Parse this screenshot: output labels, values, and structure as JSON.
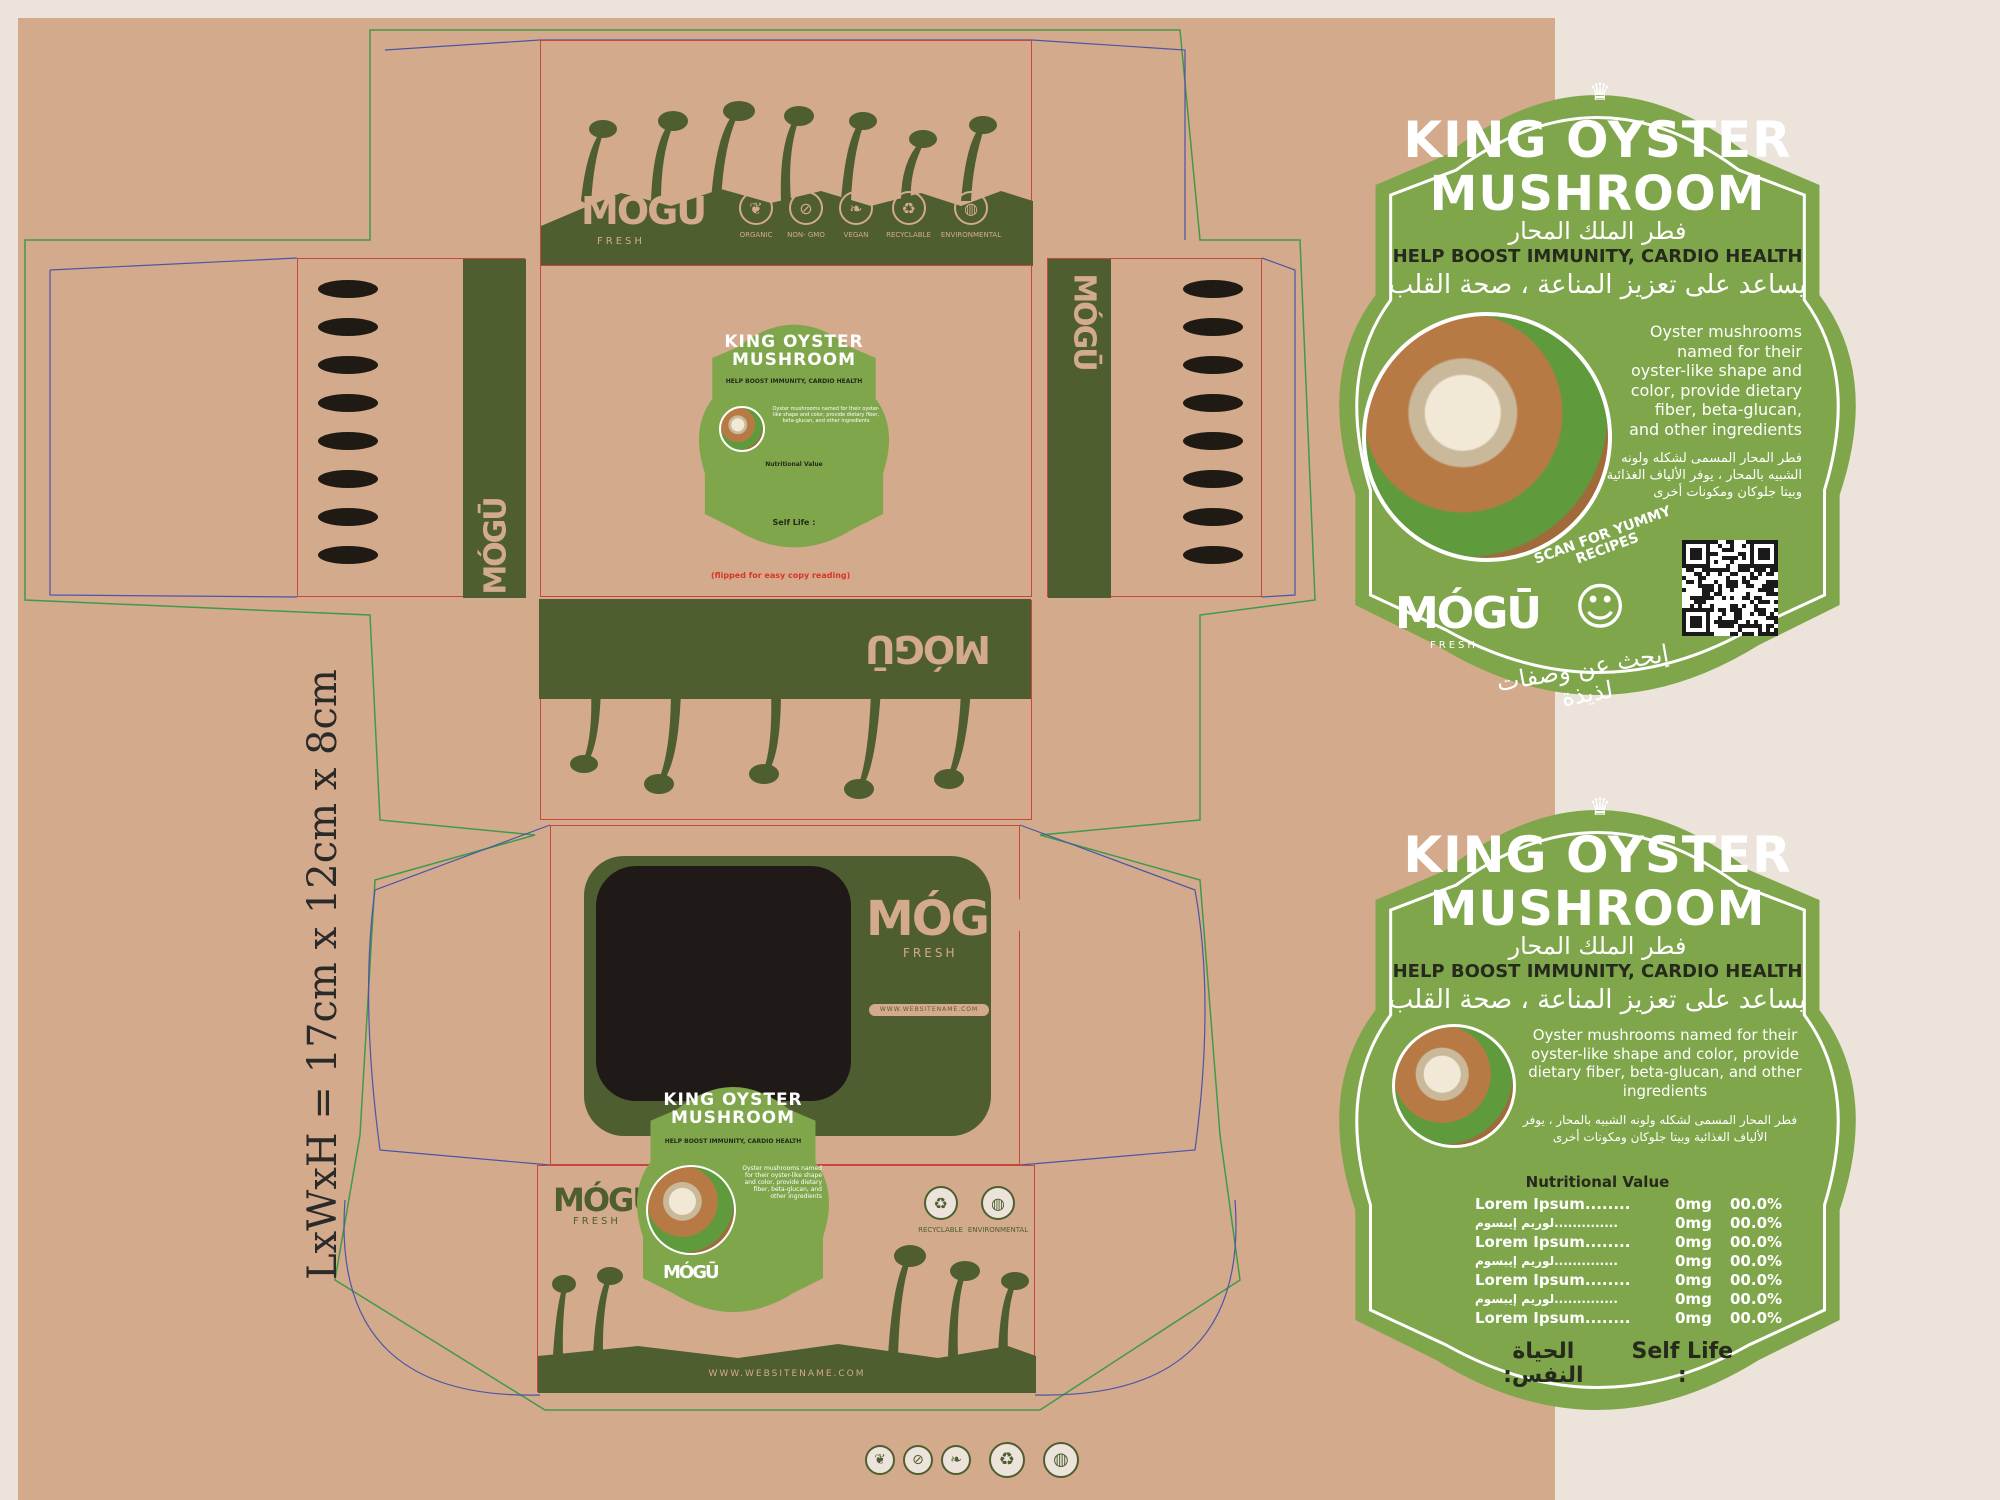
{
  "brand": {
    "name": "MÓGŪ",
    "tagline": "FRESH"
  },
  "badges": [
    {
      "label": "ORGANIC",
      "icon": "leaf-sprout-icon"
    },
    {
      "label": "NON- GMO",
      "icon": "no-gmo-icon"
    },
    {
      "label": "VEGAN",
      "icon": "vegan-leaf-icon"
    },
    {
      "label": "RECYCLABLE",
      "icon": "recycle-icon"
    },
    {
      "label": "ENVIRONMENTAL",
      "icon": "globe-leaf-icon"
    }
  ],
  "label": {
    "title_line1": "KING OYSTER",
    "title_line2": "MUSHROOM",
    "title_ar": "فطر الملك المحار",
    "benefit_en": "HELP BOOST IMMUNITY, CARDIO HEALTH",
    "benefit_ar": "يساعد على تعزيز المناعة ، صحة القلب",
    "description_en": "Oyster mushrooms named for their oyster-like shape and color, provide dietary fiber, beta-glucan, and other ingredients",
    "description_ar": "فطر المحار المسمى لشكله ولونه الشبيه بالمحار ، يوفر الألياف الغذائية وبيتا جلوكان ومكونات أخرى",
    "scan_en": "SCAN FOR YUMMY RECIPES",
    "scan_ar": "إبحث عن وصفات لذيذة",
    "nutrition": {
      "heading": "Nutritional Value",
      "rows": [
        {
          "name": "Lorem Ipsum........",
          "amount": "0mg",
          "pct": "00.0%"
        },
        {
          "name": "لوريم إيبسوم..............",
          "amount": "0mg",
          "pct": "00.0%"
        },
        {
          "name": "Lorem Ipsum........",
          "amount": "0mg",
          "pct": "00.0%"
        },
        {
          "name": "لوريم إيبسوم..............",
          "amount": "0mg",
          "pct": "00.0%"
        },
        {
          "name": "Lorem Ipsum........",
          "amount": "0mg",
          "pct": "00.0%"
        },
        {
          "name": "لوريم إيبسوم..............",
          "amount": "0mg",
          "pct": "00.0%"
        },
        {
          "name": "Lorem Ipsum........",
          "amount": "0mg",
          "pct": "00.0%"
        }
      ]
    },
    "self_life_en": "Self Life :",
    "self_life_ar": "الحياة النفس:"
  },
  "website": "WWW.WEBSITENAME.COM",
  "flip_note": "(flipped for easy copy reading)",
  "dimensions": "LxWxH = 17cm x 12cm x 8cm",
  "colors": {
    "kraft": "#d4aa8c",
    "dark_green": "#4e5e30",
    "label_green": "#7fa64a",
    "cut_line": "#c9463f",
    "fold_line": "#4a55a8",
    "bleed_line": "#3f9a4a"
  }
}
